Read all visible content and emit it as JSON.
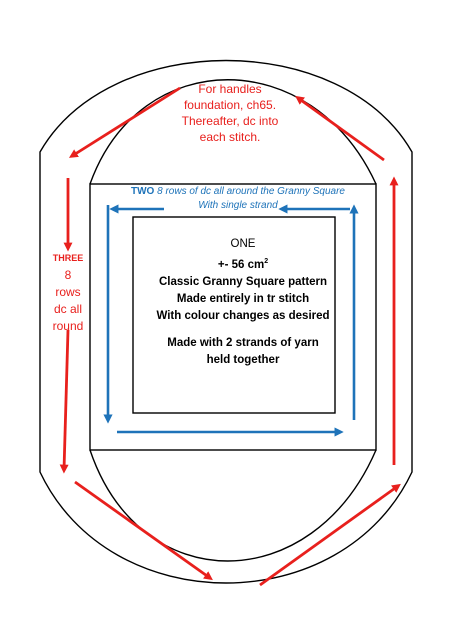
{
  "colors": {
    "outline": "#000000",
    "red_arrow": "#e8201d",
    "blue_arrow": "#1e73b9",
    "background": "#ffffff"
  },
  "handles_note": {
    "lines": [
      "For handles",
      "foundation, ch65.",
      "Thereafter, dc into",
      "each stitch."
    ]
  },
  "section_three": {
    "title": "THREE",
    "lines": [
      "8",
      "rows",
      "dc all",
      "round"
    ]
  },
  "section_two": {
    "title": "TWO",
    "line1": "8 rows of dc all around the Granny Square",
    "line2": "With single strand"
  },
  "section_one": {
    "title": "ONE",
    "size_prefix": "+- 56 cm",
    "size_sup": "2",
    "line_pattern": "Classic Granny Square pattern",
    "line_stitch": "Made entirely in tr stitch",
    "line_colour": "With colour changes as desired",
    "line_strands1": "Made with 2 strands of yarn",
    "line_strands2": "held together"
  }
}
